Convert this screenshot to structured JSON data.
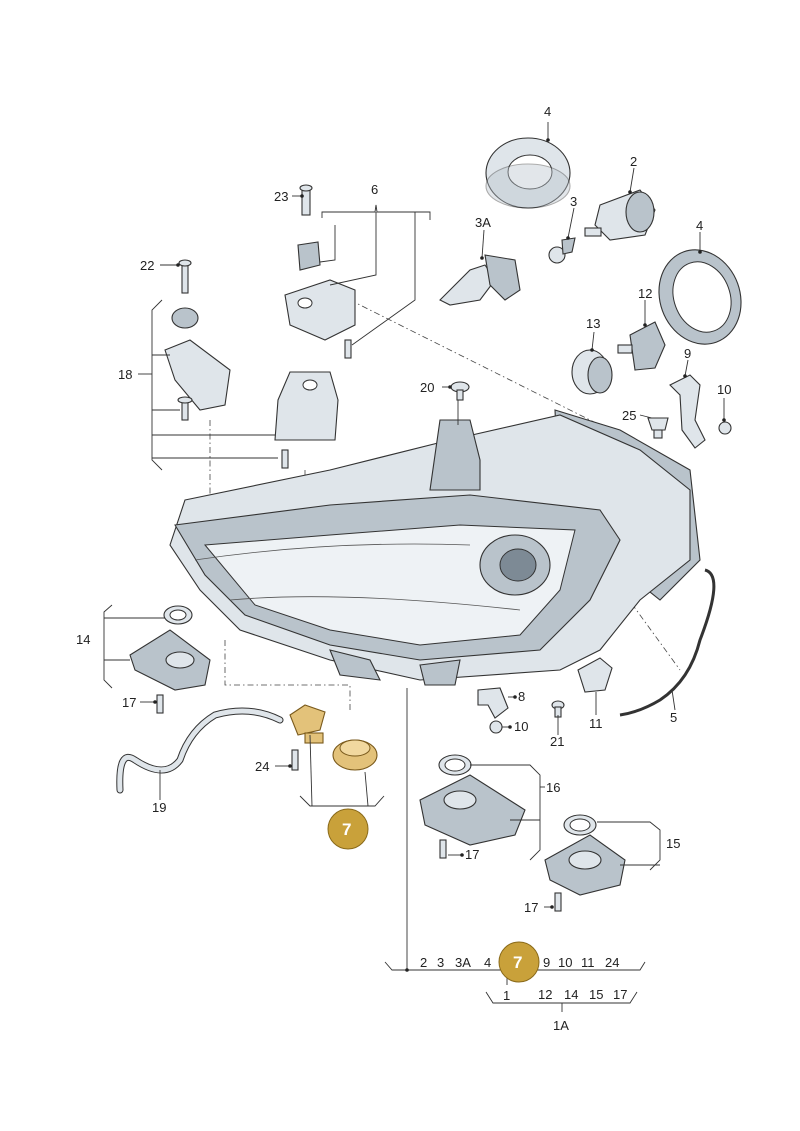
{
  "labels": {
    "l1": "1",
    "l1a": "1A",
    "l2": "2",
    "l3": "3",
    "l3a": "3A",
    "l4a": "4",
    "l4b": "4",
    "l5": "5",
    "l6": "6",
    "l8": "8",
    "l9": "9",
    "l10a": "10",
    "l10b": "10",
    "l11": "11",
    "l12": "12",
    "l13": "13",
    "l14": "14",
    "l15": "15",
    "l16": "16",
    "l17a": "17",
    "l17b": "17",
    "l17c": "17",
    "l18": "18",
    "l19": "19",
    "l20": "20",
    "l21": "21",
    "l22": "22",
    "l23": "23",
    "l24": "24",
    "l25": "25"
  },
  "bottom_row": {
    "row1": [
      "2",
      "3",
      "3A",
      "4",
      "9",
      "10",
      "11",
      "24"
    ],
    "row2": [
      "1",
      "12",
      "14",
      "15",
      "17"
    ]
  },
  "badges": {
    "left": "7",
    "bottom": "7"
  },
  "colors": {
    "badge": "#c9a13a",
    "highlight_part": "#e3c27a",
    "part": "#dfe5ea"
  }
}
